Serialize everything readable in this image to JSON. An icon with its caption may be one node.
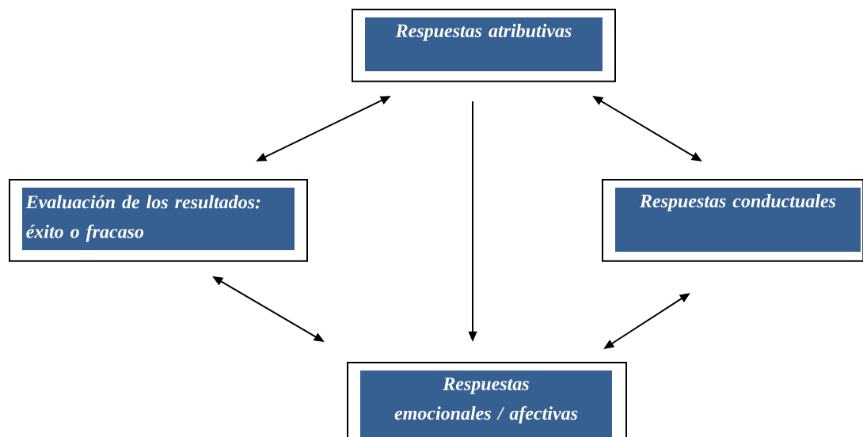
{
  "diagram": {
    "nodes": [
      {
        "text": [
          "Respuestas atributivas"
        ]
      },
      {
        "text": [
          "Evaluación de los resultados: éxito o fracaso"
        ]
      },
      {
        "text": [
          "Respuestas conductuales"
        ]
      },
      {
        "text": [
          "Respuestas emocionales / afectivas"
        ]
      }
    ],
    "edges": [
      {
        "from": 0,
        "to": 1,
        "arrow": "both"
      },
      {
        "from": 0,
        "to": 2,
        "arrow": "both"
      },
      {
        "from": 0,
        "to": 3,
        "arrow": "to"
      },
      {
        "from": 1,
        "to": 3,
        "arrow": "both"
      },
      {
        "from": 2,
        "to": 3,
        "arrow": "both"
      }
    ]
  }
}
